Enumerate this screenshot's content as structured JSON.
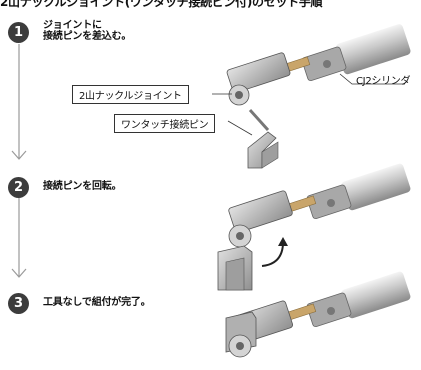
{
  "header": {
    "title": "2山ナックルジョイント(ワンタッチ接続ピン付)のセット手順"
  },
  "steps": [
    {
      "number": "1",
      "lines": [
        "ジョイントに",
        "接続ピンを差込む。"
      ]
    },
    {
      "number": "2",
      "lines": [
        "接続ピンを回転。"
      ]
    },
    {
      "number": "3",
      "lines": [
        "工具なしで組付が完了。"
      ]
    }
  ],
  "labels": {
    "knuckle": "2山ナックルジョイント",
    "pin": "ワンタッチ接続ピン",
    "cylinder": "CJ2シリンダ"
  },
  "colors": {
    "step_circle": "#3c3c3c",
    "flow_line": "#9a9a9a",
    "metal": "#bdbdbd"
  }
}
